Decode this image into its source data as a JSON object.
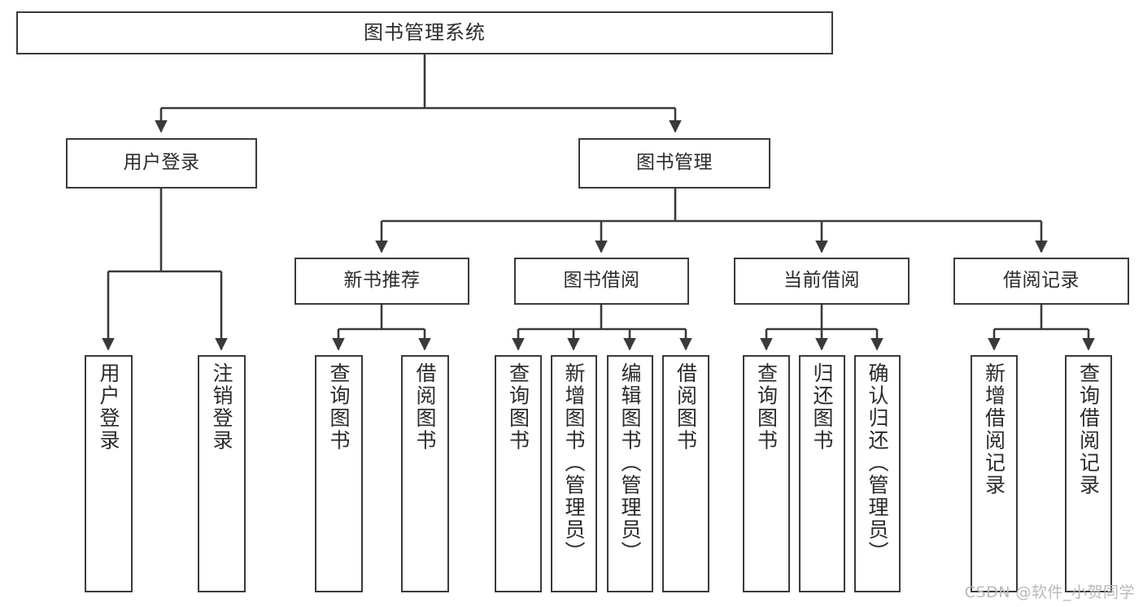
{
  "diagram": {
    "title": "图书管理系统",
    "watermark": "CSDN @软件_小贺同学",
    "colors": {
      "stroke": "#3a3a3a",
      "text": "#2b2b2b",
      "background": "#ffffff",
      "watermark": "#b9b9b9"
    },
    "levels": {
      "root": {
        "label": "图书管理系统"
      },
      "level2": [
        {
          "label": "用户登录"
        },
        {
          "label": "图书管理"
        }
      ],
      "level3": [
        {
          "label": "新书推荐"
        },
        {
          "label": "图书借阅"
        },
        {
          "label": "当前借阅"
        },
        {
          "label": "借阅记录"
        }
      ],
      "leaves": {
        "user_login": [
          {
            "label": "用户登录"
          },
          {
            "label": "注销登录"
          }
        ],
        "new_book": [
          {
            "label": "查询图书"
          },
          {
            "label": "借阅图书"
          }
        ],
        "borrow_book": [
          {
            "label": "查询图书"
          },
          {
            "label": "新增图书（管理员）"
          },
          {
            "label": "编辑图书（管理员）"
          },
          {
            "label": "借阅图书"
          }
        ],
        "current_borrow": [
          {
            "label": "查询图书"
          },
          {
            "label": "归还图书"
          },
          {
            "label": "确认归还（管理员）"
          }
        ],
        "borrow_record": [
          {
            "label": "新增借阅记录"
          },
          {
            "label": "查询借阅记录"
          }
        ]
      }
    }
  }
}
